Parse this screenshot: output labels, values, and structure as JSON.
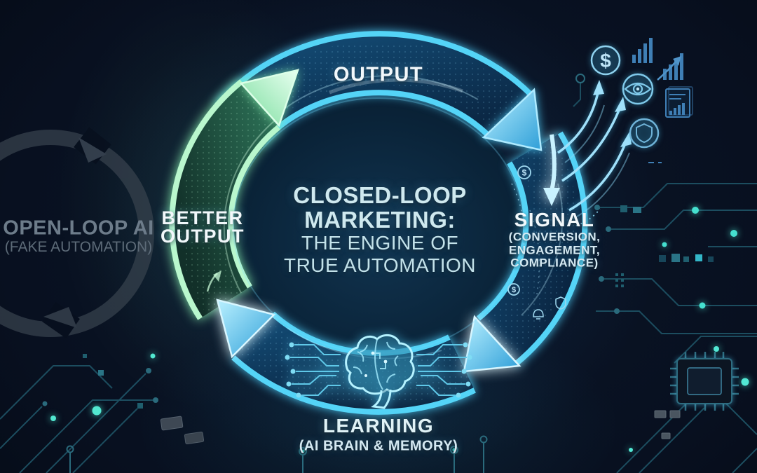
{
  "center_title": {
    "line1": "CLOSED-LOOP",
    "line2": "MARKETING:",
    "line3": "THE ENGINE OF",
    "line4": "TRUE AUTOMATION"
  },
  "stages": {
    "output": {
      "label": "OUTPUT"
    },
    "signal": {
      "label": "SIGNAL",
      "sub1": "(CONVERSION,",
      "sub2": "ENGAGEMENT,",
      "sub3": "COMPLIANCE)"
    },
    "learning": {
      "label": "LEARNING",
      "sub": "(AI BRAIN & MEMORY)"
    },
    "better_output": {
      "line1": "BETTER",
      "line2": "OUTPUT"
    }
  },
  "open_loop": {
    "label": "OPEN-LOOP AI",
    "sub": "(FAKE AUTOMATION)"
  },
  "glyphs": {
    "dollar": "$",
    "dollar_small": "$"
  },
  "icons": [
    "dollar-icon",
    "bar-chart-icon",
    "trend-chart-icon",
    "eye-icon",
    "report-icon",
    "shield-icon",
    "brain-icon",
    "chip-icon"
  ],
  "colors": {
    "background": "#060d18",
    "cyan_edge": "#54d4f7",
    "green_edge": "#b9f7cd",
    "label_text": "#f2f8fb",
    "muted_text": "#6d7c8a"
  }
}
